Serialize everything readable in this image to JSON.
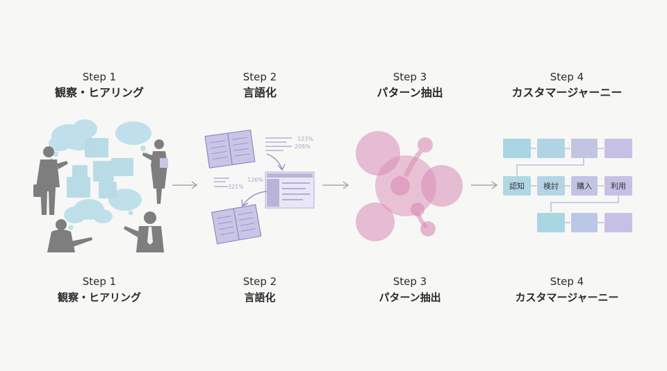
{
  "steps": [
    {
      "step": "Step 1",
      "title": "観察・ヒアリング",
      "icon": "people-speech-bubbles-icon"
    },
    {
      "step": "Step 2",
      "title": "言語化",
      "icon": "notebook-documents-icon"
    },
    {
      "step": "Step 3",
      "title": "パターン抽出",
      "icon": "clustered-circles-icon"
    },
    {
      "step": "Step 4",
      "title": "カスタマージャーニー",
      "icon": "journey-flow-icon"
    }
  ],
  "notes": {
    "num1": "123%",
    "num2": "205%",
    "num3": "126%",
    "num4": "321%"
  },
  "journey": {
    "stages": [
      "認知",
      "検討",
      "購入",
      "利用"
    ]
  },
  "colors": {
    "speech_blue": "#bfe0ea",
    "silhouette": "#7c7c7c",
    "lavender": "#b8b3d8",
    "lavender_line": "#8e88c2",
    "pink": "#d98cb4",
    "journey_blue": "#a9d6e2",
    "journey_purple": "#c2bfe3",
    "arrow": "#9a9a9a"
  }
}
